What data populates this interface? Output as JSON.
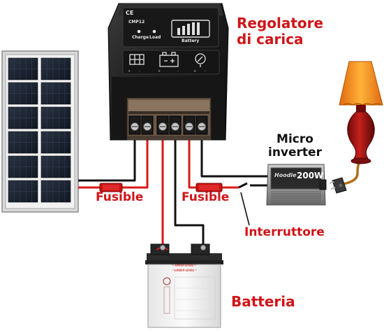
{
  "labels": {
    "regulator_line1": "Regolatore",
    "regulator_line2": "di carica",
    "micro_line1": "Micro",
    "micro_line2": "inverter",
    "fuse_left": "Fusible",
    "fuse_right": "Fusible",
    "switch": "Interruttore",
    "battery": "Batteria"
  },
  "controller": {
    "ce": "CE",
    "model": "CMP12",
    "charge": "Charge",
    "load": "Load",
    "battery": "Battery"
  },
  "inverter": {
    "brand": "Hoodie",
    "power": "200W"
  },
  "colors": {
    "label_red": "#d01418",
    "label_black": "#111111",
    "wire_red": "#d81818",
    "wire_black": "#111111"
  }
}
